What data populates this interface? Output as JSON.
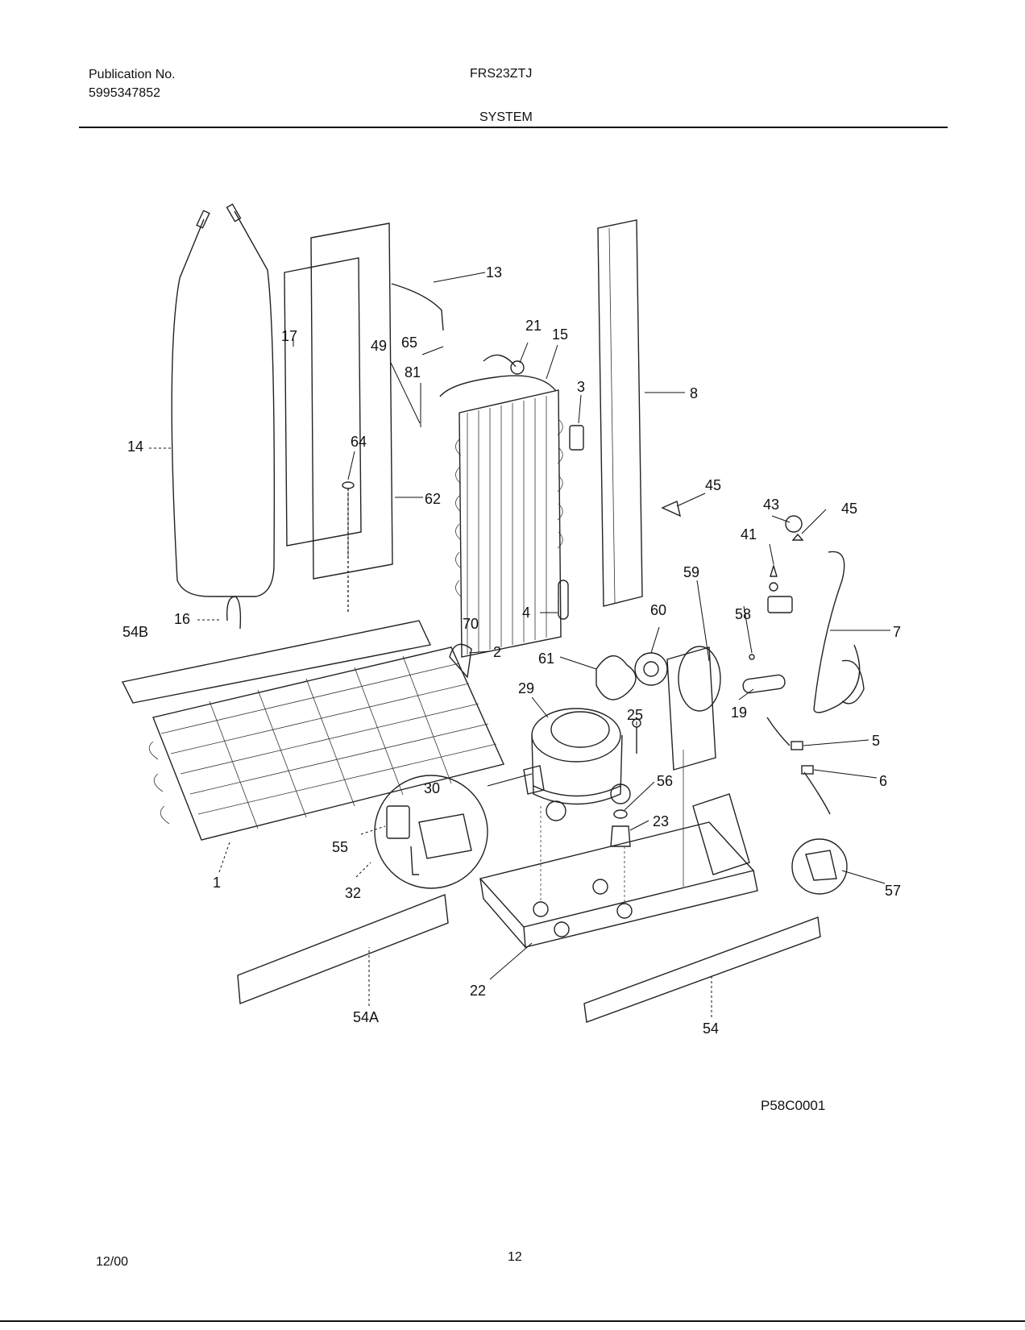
{
  "header": {
    "publication_label": "Publication No.",
    "publication_number": "5995347852",
    "model": "FRS23ZTJ",
    "section": "SYSTEM"
  },
  "diagram": {
    "code": "P58C0001",
    "callouts": {
      "c13": "13",
      "c17": "17",
      "c49": "49",
      "c65": "65",
      "c81": "81",
      "c21": "21",
      "c15": "15",
      "c3": "3",
      "c8": "8",
      "c14": "14",
      "c64": "64",
      "c62": "62",
      "c45a": "45",
      "c43": "43",
      "c45b": "45",
      "c41": "41",
      "c59": "59",
      "c58": "58",
      "c60": "60",
      "c7": "7",
      "c4": "4",
      "c16": "16",
      "c54b": "54B",
      "c70": "70",
      "c2": "2",
      "c61": "61",
      "c29": "29",
      "c25": "25",
      "c19": "19",
      "c5": "5",
      "c6": "6",
      "c30": "30",
      "c56": "56",
      "c23": "23",
      "c55": "55",
      "c1": "1",
      "c32": "32",
      "c57": "57",
      "c22": "22",
      "c54a": "54A",
      "c54": "54"
    }
  },
  "footer": {
    "date": "12/00",
    "page": "12"
  }
}
